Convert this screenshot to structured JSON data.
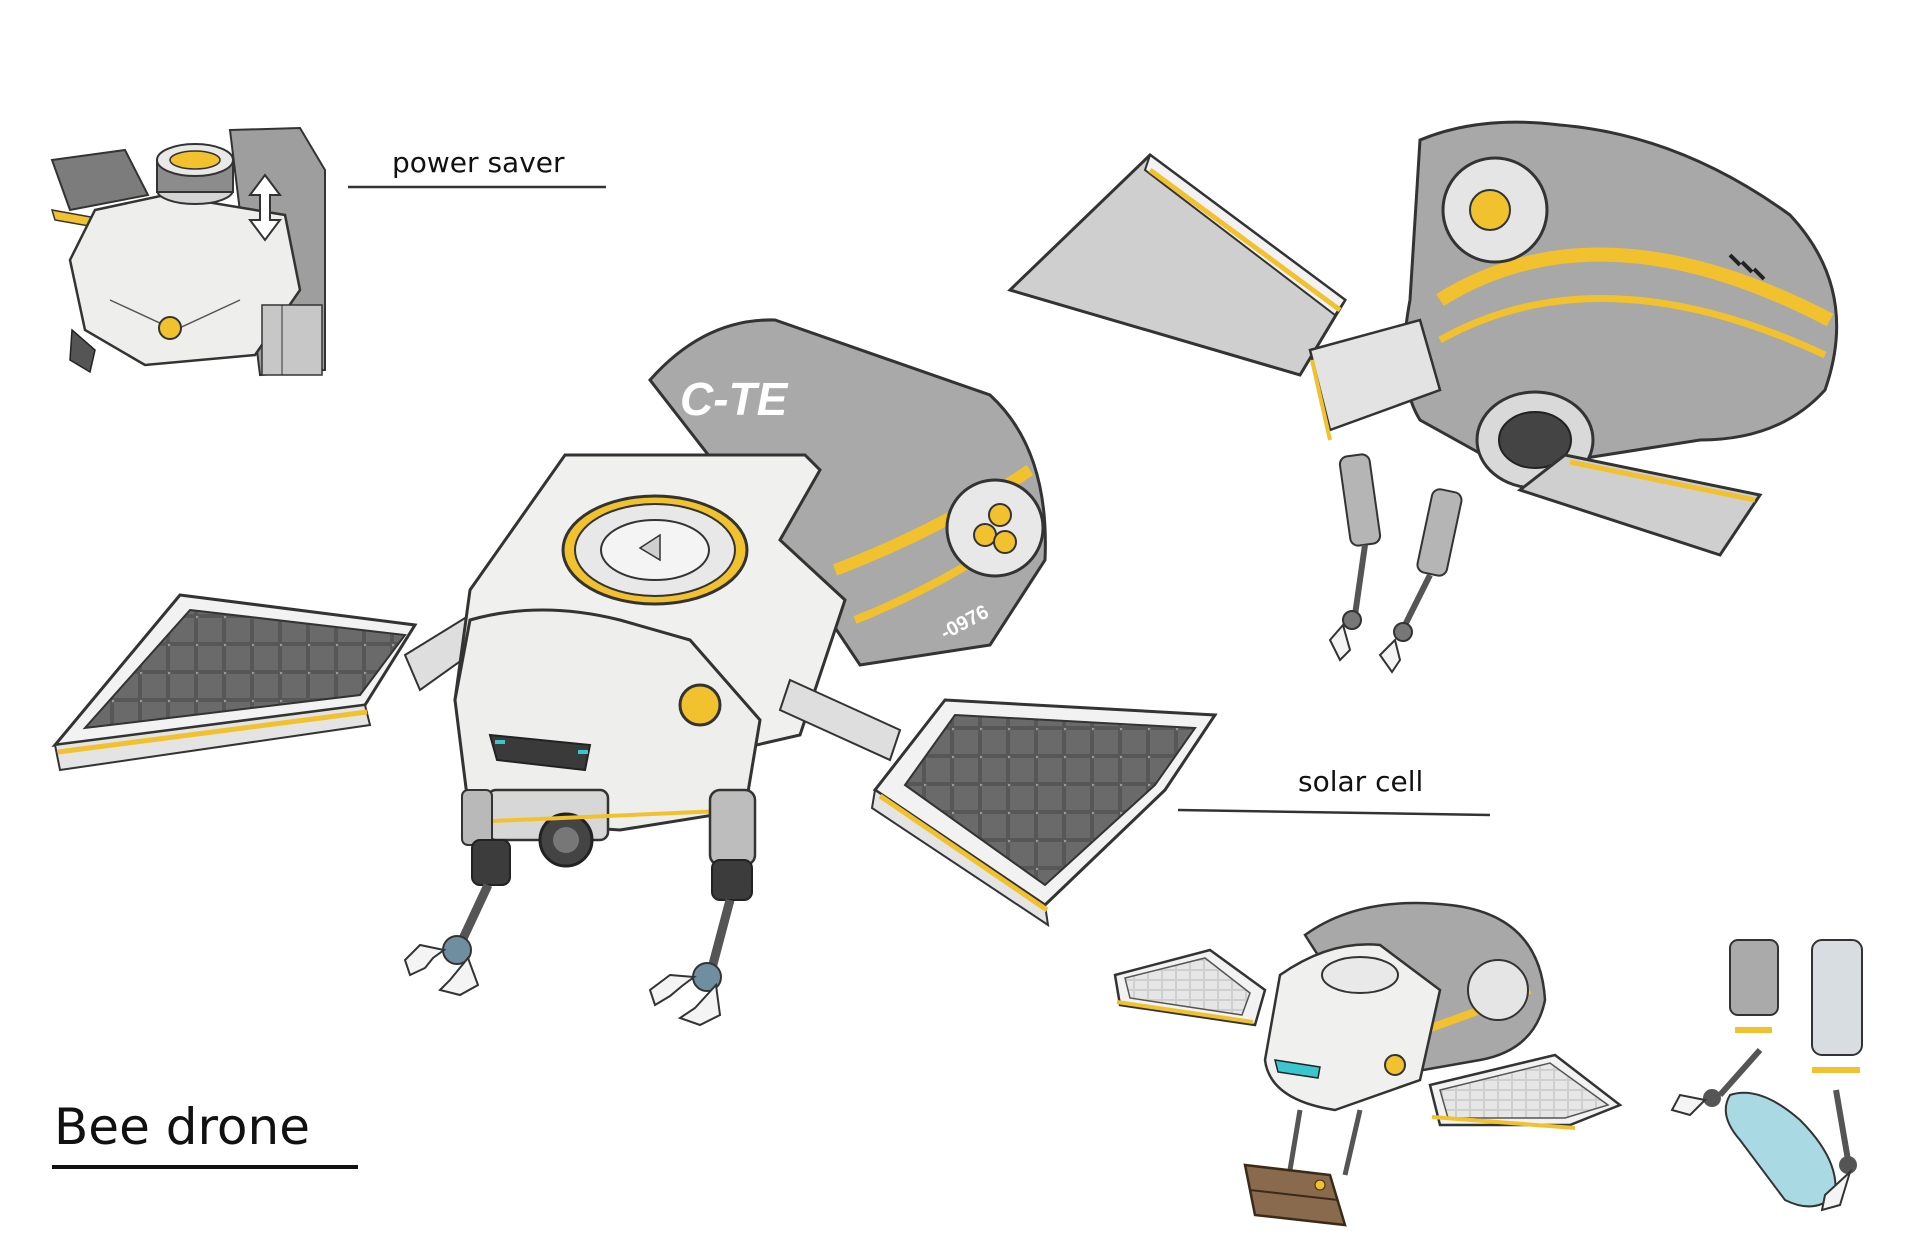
{
  "sheet": {
    "title": "Bee drone",
    "labels": {
      "power_saver": "power saver",
      "solar_cell": "solar cell"
    },
    "drone_markings": {
      "logo": "C-TE",
      "serial": "-0976"
    }
  },
  "colors": {
    "body_grey": "#a9a9a9",
    "body_white": "#f0f0ee",
    "accent_yellow": "#f2c12e",
    "panel_dark": "#4a4a4a",
    "outline": "#3a3a3a",
    "visor_cyan": "#38c6cf"
  }
}
